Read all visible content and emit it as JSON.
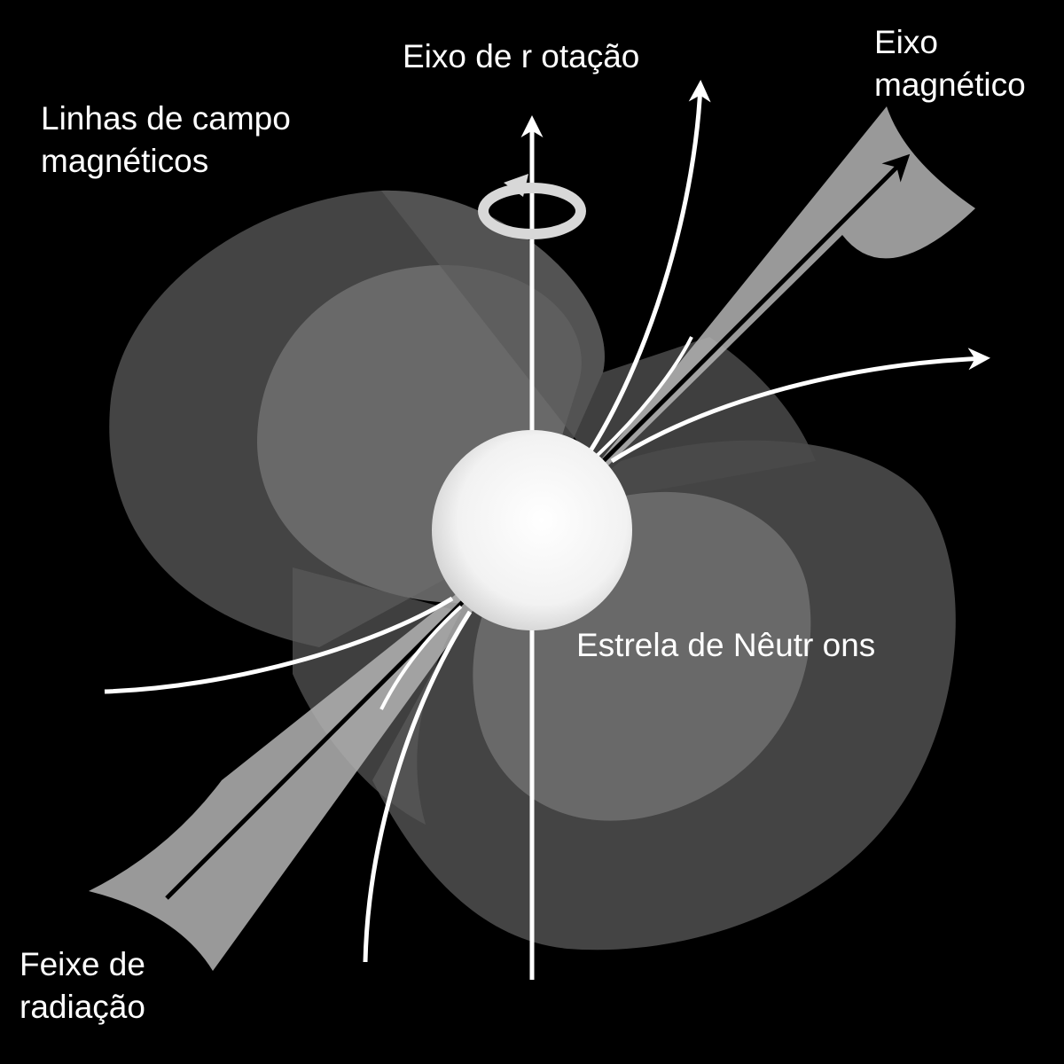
{
  "labels": {
    "rotation_axis": "Eixo  de r otação",
    "magnetic_axis": [
      "Eixo",
      "magnético"
    ],
    "field_lines": [
      "Linhas  de campo",
      "magnéticos"
    ],
    "neutron_star": "Estrela de  Nêutr ons",
    "radiation_beam": [
      "Feixe  de",
      "radiação"
    ]
  },
  "colors": {
    "background": "#000000",
    "lobe_outer": "#4a4a4a",
    "lobe_inner": "#6e6e6e",
    "beam": "#b4b4b4",
    "star": "#ffffff",
    "lines": "#ffffff",
    "axis": "#000000"
  }
}
